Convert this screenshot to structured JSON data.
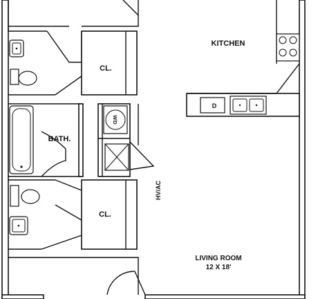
{
  "rooms": {
    "kitchen": "KITCHEN",
    "bath": "BATH.",
    "closet_upper": "CL.",
    "closet_lower": "CL.",
    "living_room": "LIVING ROOM",
    "living_room_size": "12 X 18'"
  },
  "fixtures": {
    "washer_dryer": "W/D",
    "hvac": "HV/AC",
    "dishwasher": "D"
  }
}
